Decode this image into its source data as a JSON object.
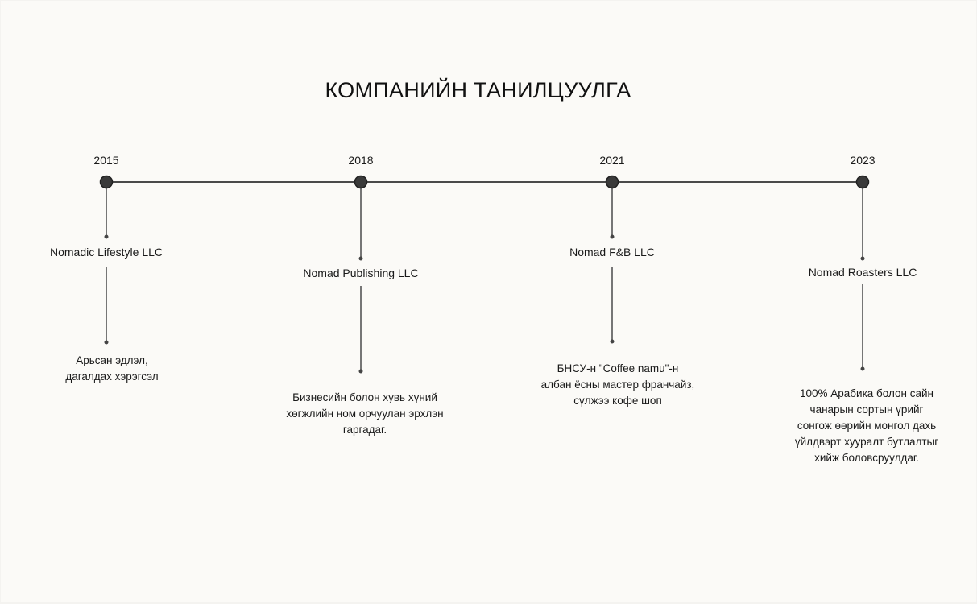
{
  "title": "КОМПАНИЙН ТАНИЛЦУУЛГА",
  "colors": {
    "background": "#fbfaf7",
    "line": "#444444",
    "node": "#3a3a3a"
  },
  "milestones": [
    {
      "year": "2015",
      "company": "Nomadic Lifestyle LLC",
      "description": "Арьсан эдлэл,\nдагалдах хэрэгсэл"
    },
    {
      "year": "2018",
      "company": "Nomad Publishing LLC",
      "description": "Бизнесийн болон хувь хүний\nхөгжлийн ном орчуулан эрхлэн\nгаргадаг."
    },
    {
      "year": "2021",
      "company": "Nomad F&B LLC",
      "description": "БНСУ-н \"Coffee namu\"-н\nалбан ёсны мастер франчайз,\nсүлжээ кофе шоп"
    },
    {
      "year": "2023",
      "company": "Nomad Roasters LLC",
      "description": "100% Арабика болон сайн\nчанарын сортын үрийг\nсонгож өөрийн монгол дахь\nүйлдвэрт хууралт бутлалтыг\nхийж боловсруулдаг."
    }
  ]
}
